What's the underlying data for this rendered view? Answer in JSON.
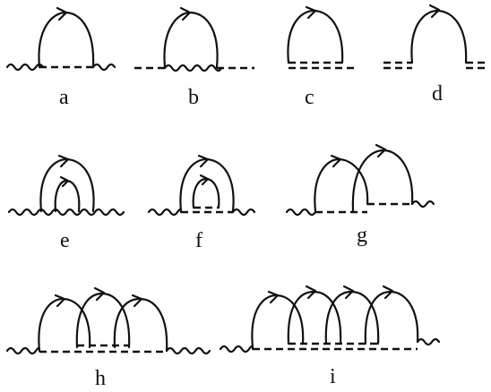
{
  "diagrams": [
    {
      "label": "a",
      "topology": "single-arc",
      "left": "wavy",
      "middle": "dashed",
      "right": "wavy"
    },
    {
      "label": "b",
      "topology": "single-arc",
      "left": "dashed",
      "middle": "wavy",
      "right": "dashed"
    },
    {
      "label": "c",
      "topology": "single-arc",
      "left": "none",
      "middle": "dashed-double",
      "right": "none"
    },
    {
      "label": "d",
      "topology": "single-arc",
      "left": "dashed-double",
      "middle": "none",
      "right": "dashed-double"
    },
    {
      "label": "e",
      "topology": "nested-arcs",
      "left": "wavy",
      "middle": "wavy",
      "right": "wavy"
    },
    {
      "label": "f",
      "topology": "nested-arcs",
      "left": "wavy",
      "middle": "dashed",
      "right": "wavy"
    },
    {
      "label": "g",
      "topology": "two-overlapping-arcs",
      "left": "wavy",
      "middle": "dashed",
      "right": "wavy"
    },
    {
      "label": "h",
      "topology": "three-overlapping-arcs",
      "left": "wavy",
      "middle": "dashed",
      "right": "wavy"
    },
    {
      "label": "i",
      "topology": "four-overlapping-arcs",
      "left": "wavy",
      "middle": "dashed",
      "right": "wavy"
    }
  ],
  "colors": {
    "ink": "#111111",
    "background": "#ffffff"
  }
}
